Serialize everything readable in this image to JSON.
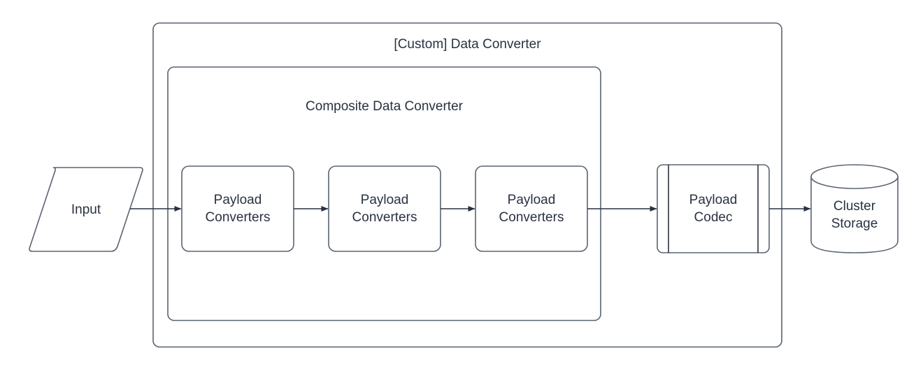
{
  "diagram": {
    "background_color": "#ffffff",
    "stroke_color": "#5a6472",
    "text_color": "#293241",
    "outer_container": {
      "title": "[Custom] Data Converter"
    },
    "inner_container": {
      "title": "Composite Data Converter"
    },
    "nodes": [
      {
        "id": "input",
        "shape": "parallelogram",
        "label": "Input"
      },
      {
        "id": "payload-converters-1",
        "shape": "rounded-rectangle",
        "label": "Payload\nConverters"
      },
      {
        "id": "payload-converters-2",
        "shape": "rounded-rectangle",
        "label": "Payload\nConverters"
      },
      {
        "id": "payload-converters-3",
        "shape": "rounded-rectangle",
        "label": "Payload\nConverters"
      },
      {
        "id": "payload-codec",
        "shape": "process",
        "label": "Payload\nCodec"
      },
      {
        "id": "cluster-storage",
        "shape": "cylinder",
        "label": "Cluster\nStorage"
      }
    ],
    "edges": [
      {
        "from": "input",
        "to": "payload-converters-1"
      },
      {
        "from": "payload-converters-1",
        "to": "payload-converters-2"
      },
      {
        "from": "payload-converters-2",
        "to": "payload-converters-3"
      },
      {
        "from": "payload-converters-3",
        "to": "payload-codec"
      },
      {
        "from": "payload-codec",
        "to": "cluster-storage"
      }
    ]
  }
}
